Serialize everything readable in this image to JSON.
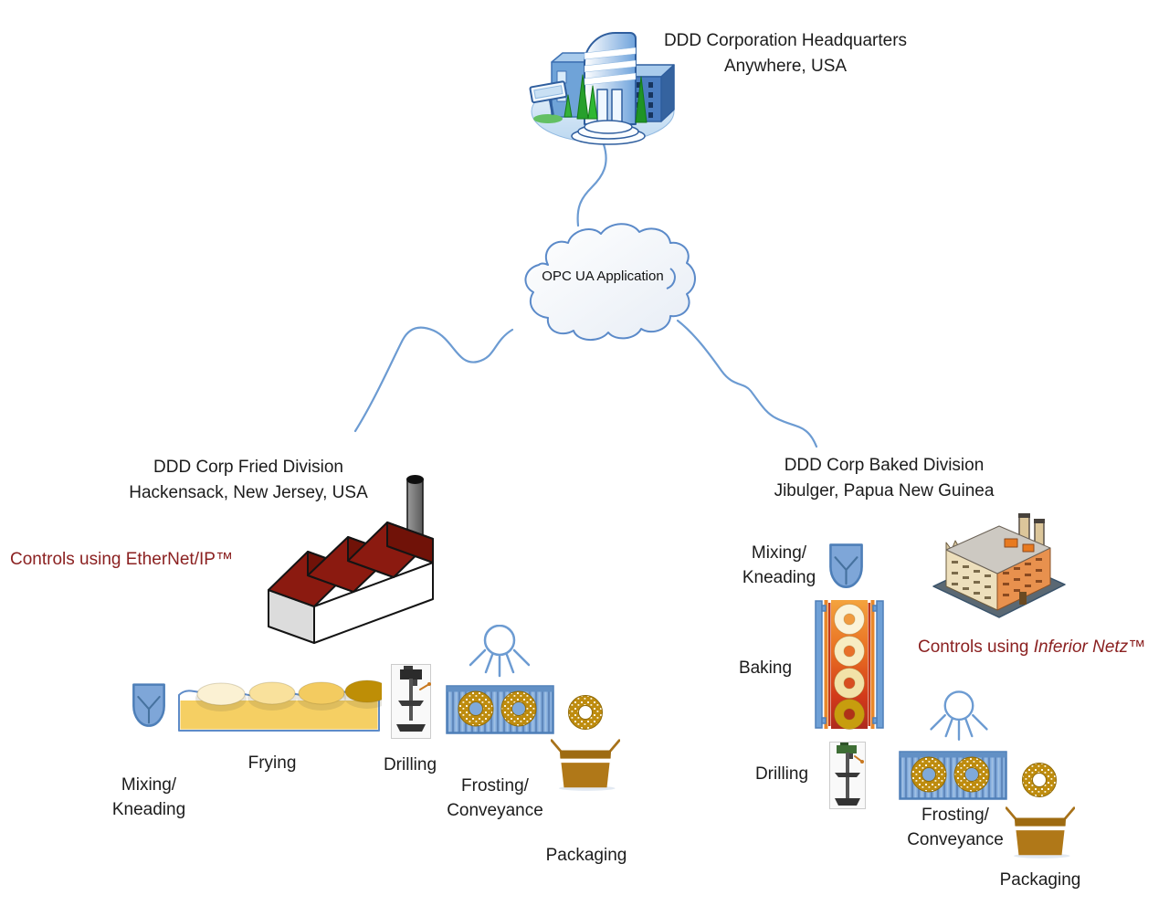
{
  "headquarters": {
    "name_line1": "DDD Corporation Headquarters",
    "name_line2": "Anywhere, USA",
    "icon": "office-building-icon"
  },
  "cloud": {
    "label": "OPC UA Application",
    "icon": "cloud-icon"
  },
  "fried_division": {
    "name_line1": "DDD Corp Fried Division",
    "name_line2": "Hackensack, New Jersey, USA",
    "controls_prefix": "Controls using ",
    "controls_protocol": "EtherNet/IP",
    "controls_trademark": "™",
    "factory_icon": "sawtooth-factory-icon",
    "steps": {
      "mixing_line1": "Mixing/",
      "mixing_line2": "Kneading",
      "frying": "Frying",
      "drilling": "Drilling",
      "frosting_line1": "Frosting/",
      "frosting_line2": "Conveyance",
      "packaging": "Packaging"
    }
  },
  "baked_division": {
    "name_line1": "DDD Corp Baked Division",
    "name_line2": "Jibulger, Papua New Guinea",
    "controls_prefix": "Controls using ",
    "controls_protocol": "Inferior Netz",
    "controls_trademark": "™",
    "factory_icon": "brick-factory-icon",
    "steps": {
      "mixing_line1": "Mixing/",
      "mixing_line2": "Kneading",
      "baking": "Baking",
      "drilling": "Drilling",
      "frosting_line1": "Frosting/",
      "frosting_line2": "Conveyance",
      "packaging": "Packaging"
    }
  },
  "colors": {
    "connector_blue": "#6C9BD2",
    "cloud_stroke": "#5B8AC9",
    "controls_text": "#8B2121",
    "factory_roof_red": "#8B1A10",
    "oil_yellow": "#F5CF63",
    "donut_gold": "#BE8C0F",
    "conveyor_blue": "#7FA9DA",
    "box_brown": "#B07818",
    "oven_orange": "#E96F22"
  }
}
